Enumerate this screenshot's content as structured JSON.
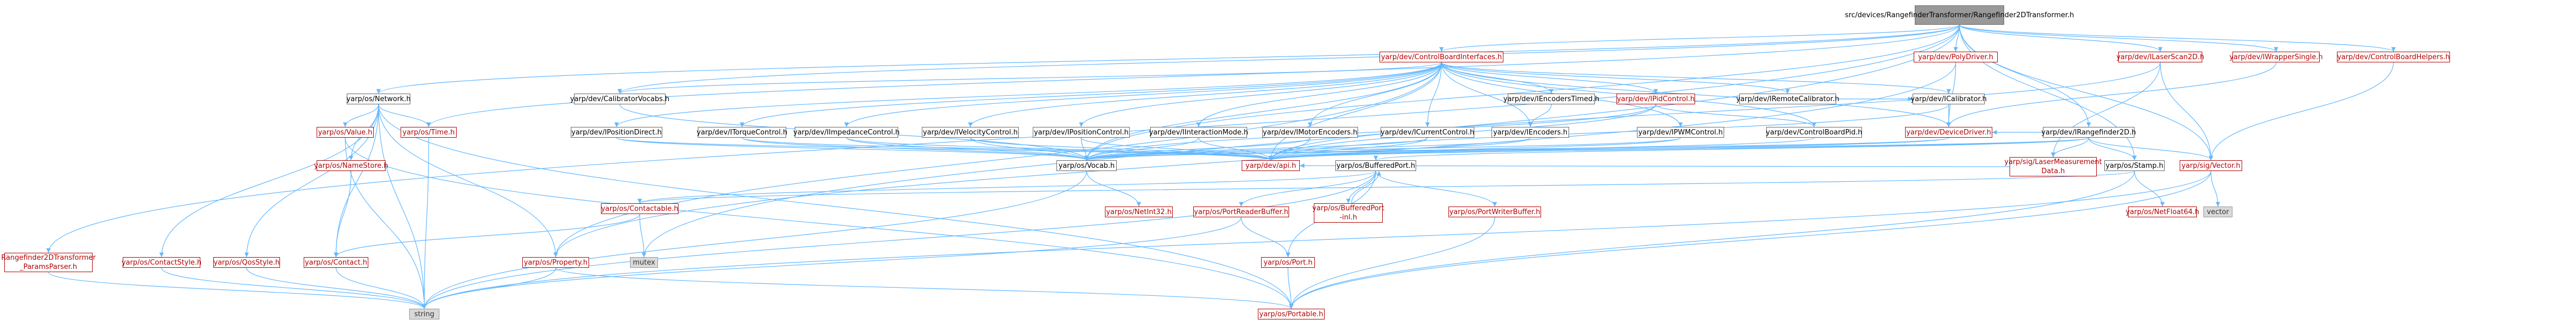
{
  "colors": {
    "edge": "#63b8ff",
    "edge_alt": "#b20000",
    "root_fill": "#999999",
    "external_fill": "#d9d9d9",
    "red_text": "#b20000"
  },
  "nodes": {
    "root": {
      "label": "src/devices/RangefinderTransformer/Rangefinder2DTransformer.h",
      "style": "root"
    },
    "net": {
      "label": "yarp/os/Network.h",
      "style": "black"
    },
    "cbvoc": {
      "label": "yarp/dev/CalibratorVocabs.h",
      "style": "black"
    },
    "cbi": {
      "label": "yarp/dev/ControlBoardInterfaces.h",
      "style": "red"
    },
    "poly": {
      "label": "yarp/dev/PolyDriver.h",
      "style": "red"
    },
    "ls2d": {
      "label": "yarp/dev/ILaserScan2D.h",
      "style": "red"
    },
    "wsing": {
      "label": "yarp/dev/IWrapperSingle.h",
      "style": "red"
    },
    "cbh": {
      "label": "yarp/dev/ControlBoardHelpers.h",
      "style": "red"
    },
    "enctm": {
      "label": "yarp/dev/IEncodersTimed.h",
      "style": "black"
    },
    "pidc": {
      "label": "yarp/dev/IPidControl.h",
      "style": "red"
    },
    "remcal": {
      "label": "yarp/dev/IRemoteCalibrator.h",
      "style": "black"
    },
    "cal": {
      "label": "yarp/dev/ICalibrator.h",
      "style": "black"
    },
    "val": {
      "label": "yarp/os/Value.h",
      "style": "red"
    },
    "time": {
      "label": "yarp/os/Time.h",
      "style": "red"
    },
    "posd": {
      "label": "yarp/dev/IPositionDirect.h",
      "style": "black"
    },
    "torq": {
      "label": "yarp/dev/ITorqueControl.h",
      "style": "black"
    },
    "imp": {
      "label": "yarp/dev/IImpedanceControl.h",
      "style": "black"
    },
    "velc": {
      "label": "yarp/dev/IVelocityControl.h",
      "style": "black"
    },
    "posc": {
      "label": "yarp/dev/IPositionControl.h",
      "style": "black"
    },
    "intm": {
      "label": "yarp/dev/IInteractionMode.h",
      "style": "black"
    },
    "motenc": {
      "label": "yarp/dev/IMotorEncoders.h",
      "style": "black"
    },
    "curc": {
      "label": "yarp/dev/ICurrentControl.h",
      "style": "black"
    },
    "enc": {
      "label": "yarp/dev/IEncoders.h",
      "style": "black"
    },
    "pwm": {
      "label": "yarp/dev/IPWMControl.h",
      "style": "black"
    },
    "cbpid": {
      "label": "yarp/dev/ControlBoardPid.h",
      "style": "black"
    },
    "dd": {
      "label": "yarp/dev/DeviceDriver.h",
      "style": "red"
    },
    "rf2d": {
      "label": "yarp/dev/IRangefinder2D.h",
      "style": "black"
    },
    "ns": {
      "label": "yarp/os/NameStore.h",
      "style": "red"
    },
    "vocab": {
      "label": "yarp/os/Vocab.h",
      "style": "black"
    },
    "api": {
      "label": "yarp/dev/api.h",
      "style": "red"
    },
    "bport": {
      "label": "yarp/os/BufferedPort.h",
      "style": "black"
    },
    "lmd": {
      "label": "yarp/sig/LaserMeasurement\nData.h",
      "style": "red"
    },
    "stamp": {
      "label": "yarp/os/Stamp.h",
      "style": "black"
    },
    "svec": {
      "label": "yarp/sig/Vector.h",
      "style": "red"
    },
    "contact": {
      "label": "yarp/os/Contactable.h",
      "style": "red"
    },
    "ni32": {
      "label": "yarp/os/NetInt32.h",
      "style": "red"
    },
    "prb": {
      "label": "yarp/os/PortReaderBuffer.h",
      "style": "red"
    },
    "bpi": {
      "label": "yarp/os/BufferedPort\n-inl.h",
      "style": "red"
    },
    "pwb": {
      "label": "yarp/os/PortWriterBuffer.h",
      "style": "red"
    },
    "nf64": {
      "label": "yarp/os/NetFloat64.h",
      "style": "red"
    },
    "vector": {
      "label": "vector",
      "style": "grey"
    },
    "mutex": {
      "label": "mutex",
      "style": "grey"
    },
    "rpp": {
      "label": "Rangefinder2DTransformer\n_ParamsParser.h",
      "style": "red"
    },
    "cstyle": {
      "label": "yarp/os/ContactStyle.h",
      "style": "red"
    },
    "qstyle": {
      "label": "yarp/os/QosStyle.h",
      "style": "red"
    },
    "cnt": {
      "label": "yarp/os/Contact.h",
      "style": "red"
    },
    "prop": {
      "label": "yarp/os/Property.h",
      "style": "red"
    },
    "port": {
      "label": "yarp/os/Port.h",
      "style": "red"
    },
    "string": {
      "label": "string",
      "style": "grey"
    },
    "portable": {
      "label": "yarp/os/Portable.h",
      "style": "red"
    }
  },
  "edges": [
    [
      "root",
      "net"
    ],
    [
      "root",
      "cbvoc"
    ],
    [
      "root",
      "cbi"
    ],
    [
      "root",
      "poly"
    ],
    [
      "root",
      "ls2d"
    ],
    [
      "root",
      "wsing"
    ],
    [
      "root",
      "cbh"
    ],
    [
      "root",
      "rf2d"
    ],
    [
      "root",
      "time"
    ],
    [
      "root",
      "rpp"
    ],
    [
      "root",
      "svec"
    ],
    [
      "root",
      "stamp"
    ],
    [
      "root",
      "mutex"
    ],
    [
      "root",
      "vocab"
    ],
    [
      "net",
      "val"
    ],
    [
      "net",
      "time"
    ],
    [
      "net",
      "ns"
    ],
    [
      "net",
      "cstyle"
    ],
    [
      "net",
      "qstyle"
    ],
    [
      "net",
      "cnt"
    ],
    [
      "net",
      "prop"
    ],
    [
      "net",
      "portable"
    ],
    [
      "net",
      "string"
    ],
    [
      "val",
      "string"
    ],
    [
      "val",
      "portable"
    ],
    [
      "time",
      "string"
    ],
    [
      "ns",
      "cnt"
    ],
    [
      "cnt",
      "string"
    ],
    [
      "cstyle",
      "string"
    ],
    [
      "qstyle",
      "string"
    ],
    [
      "prop",
      "string"
    ],
    [
      "prop",
      "portable"
    ],
    [
      "rpp",
      "string"
    ],
    [
      "cbvoc",
      "vocab"
    ],
    [
      "cbi",
      "enctm"
    ],
    [
      "cbi",
      "pidc"
    ],
    [
      "cbi",
      "remcal"
    ],
    [
      "cbi",
      "cal"
    ],
    [
      "cbi",
      "posd"
    ],
    [
      "cbi",
      "torq"
    ],
    [
      "cbi",
      "imp"
    ],
    [
      "cbi",
      "velc"
    ],
    [
      "cbi",
      "posc"
    ],
    [
      "cbi",
      "intm"
    ],
    [
      "cbi",
      "motenc"
    ],
    [
      "cbi",
      "curc"
    ],
    [
      "cbi",
      "enc"
    ],
    [
      "cbi",
      "pwm"
    ],
    [
      "cbi",
      "cbpid"
    ],
    [
      "cbi",
      "dd"
    ],
    [
      "cbi",
      "api"
    ],
    [
      "cbi",
      "vocab"
    ],
    [
      "cbi",
      "cbvoc"
    ],
    [
      "cbi",
      "prop"
    ],
    [
      "enctm",
      "enc"
    ],
    [
      "enc",
      "api"
    ],
    [
      "enc",
      "vocab"
    ],
    [
      "pidc",
      "cbpid"
    ],
    [
      "pidc",
      "api"
    ],
    [
      "pidc",
      "vocab"
    ],
    [
      "remcal",
      "cal"
    ],
    [
      "cal",
      "dd"
    ],
    [
      "cal",
      "api"
    ],
    [
      "posd",
      "api"
    ],
    [
      "posd",
      "vocab"
    ],
    [
      "torq",
      "api"
    ],
    [
      "torq",
      "vocab"
    ],
    [
      "imp",
      "api"
    ],
    [
      "imp",
      "vocab"
    ],
    [
      "velc",
      "api"
    ],
    [
      "velc",
      "vocab"
    ],
    [
      "posc",
      "api"
    ],
    [
      "posc",
      "vocab"
    ],
    [
      "intm",
      "api"
    ],
    [
      "intm",
      "vocab"
    ],
    [
      "motenc",
      "api"
    ],
    [
      "motenc",
      "vocab"
    ],
    [
      "curc",
      "api"
    ],
    [
      "curc",
      "vocab"
    ],
    [
      "pwm",
      "api"
    ],
    [
      "pwm",
      "vocab"
    ],
    [
      "cbpid",
      "api"
    ],
    [
      "dd",
      "api"
    ],
    [
      "dd",
      "vocab"
    ],
    [
      "poly",
      "dd"
    ],
    [
      "poly",
      "prop"
    ],
    [
      "ls2d",
      "svec"
    ],
    [
      "ls2d",
      "lmd"
    ],
    [
      "ls2d",
      "api"
    ],
    [
      "wsing",
      "dd"
    ],
    [
      "cbh",
      "svec"
    ],
    [
      "rf2d",
      "lmd"
    ],
    [
      "rf2d",
      "svec"
    ],
    [
      "rf2d",
      "api"
    ],
    [
      "rf2d",
      "vocab"
    ],
    [
      "rf2d",
      "dd"
    ],
    [
      "rf2d",
      "stamp"
    ],
    [
      "rf2d",
      "bport"
    ],
    [
      "vocab",
      "ni32"
    ],
    [
      "vocab",
      "string"
    ],
    [
      "bport",
      "contact"
    ],
    [
      "bport",
      "prb"
    ],
    [
      "bport",
      "bpi"
    ],
    [
      "bport",
      "pwb"
    ],
    [
      "bport",
      "port"
    ],
    [
      "bport",
      "string"
    ],
    [
      "bpi",
      "bport"
    ],
    [
      "contact",
      "cnt"
    ],
    [
      "contact",
      "mutex"
    ],
    [
      "prb",
      "port"
    ],
    [
      "prb",
      "string"
    ],
    [
      "port",
      "portable"
    ],
    [
      "pwb",
      "portable"
    ],
    [
      "stamp",
      "nf64"
    ],
    [
      "stamp",
      "portable"
    ],
    [
      "stamp",
      "contact"
    ],
    [
      "svec",
      "vector"
    ],
    [
      "svec",
      "portable"
    ],
    [
      "svec",
      "string"
    ],
    [
      "lmd",
      "api"
    ]
  ]
}
